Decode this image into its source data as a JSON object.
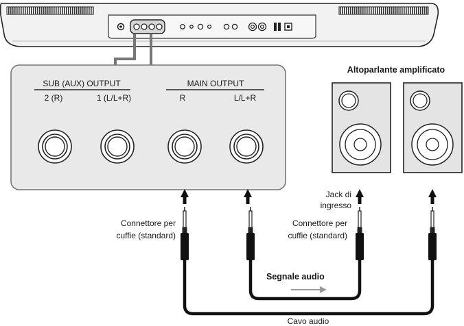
{
  "panel": {
    "sub_title": "SUB (AUX)  OUTPUT",
    "sub_jack_2": "2 (R)",
    "sub_jack_1": "1 (L/L+R)",
    "main_title": "MAIN  OUTPUT",
    "main_jack_r": "R",
    "main_jack_l": "L/L+R"
  },
  "speakers": {
    "title": "Altoparlante amplificato",
    "input_jack_line1": "Jack di",
    "input_jack_line2": "ingresso"
  },
  "plugs": {
    "left_line1": "Connettore per",
    "left_line2": "cuffie (standard)",
    "right_line1": "Connettore per",
    "right_line2": "cuffie (standard)"
  },
  "signal": {
    "label": "Segnale audio"
  },
  "cable": {
    "label": "Cavo audio"
  },
  "colors": {
    "panel_fill": "#e9e9e9",
    "line": "#222222",
    "speaker_fill": "#e4e4e4",
    "signal_arrow": "#999999"
  }
}
